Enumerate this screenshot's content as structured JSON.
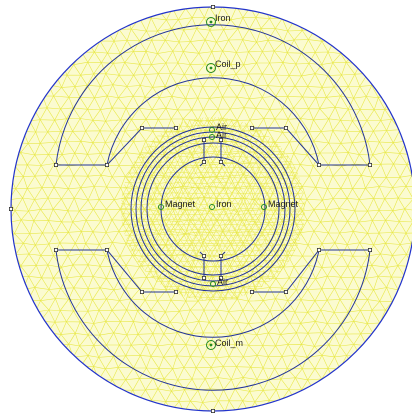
{
  "diagram": {
    "colors": {
      "background": "#ffffff",
      "mesh": "#e8e84a",
      "mesh_fill": "#fbfbd0",
      "boundary": "#2233cc",
      "region_outline": "#223399",
      "node": "#333333",
      "block_marker": "#228822"
    },
    "labels": {
      "iron_top": "Iron",
      "coil_p": "Coil_p",
      "air_1": "Air",
      "air_2": "Air",
      "magnet_left": "Magnet",
      "iron_center": "Iron",
      "magnet_right": "Magnet",
      "air_3": "Air",
      "coil_m": "Coil_m"
    }
  }
}
